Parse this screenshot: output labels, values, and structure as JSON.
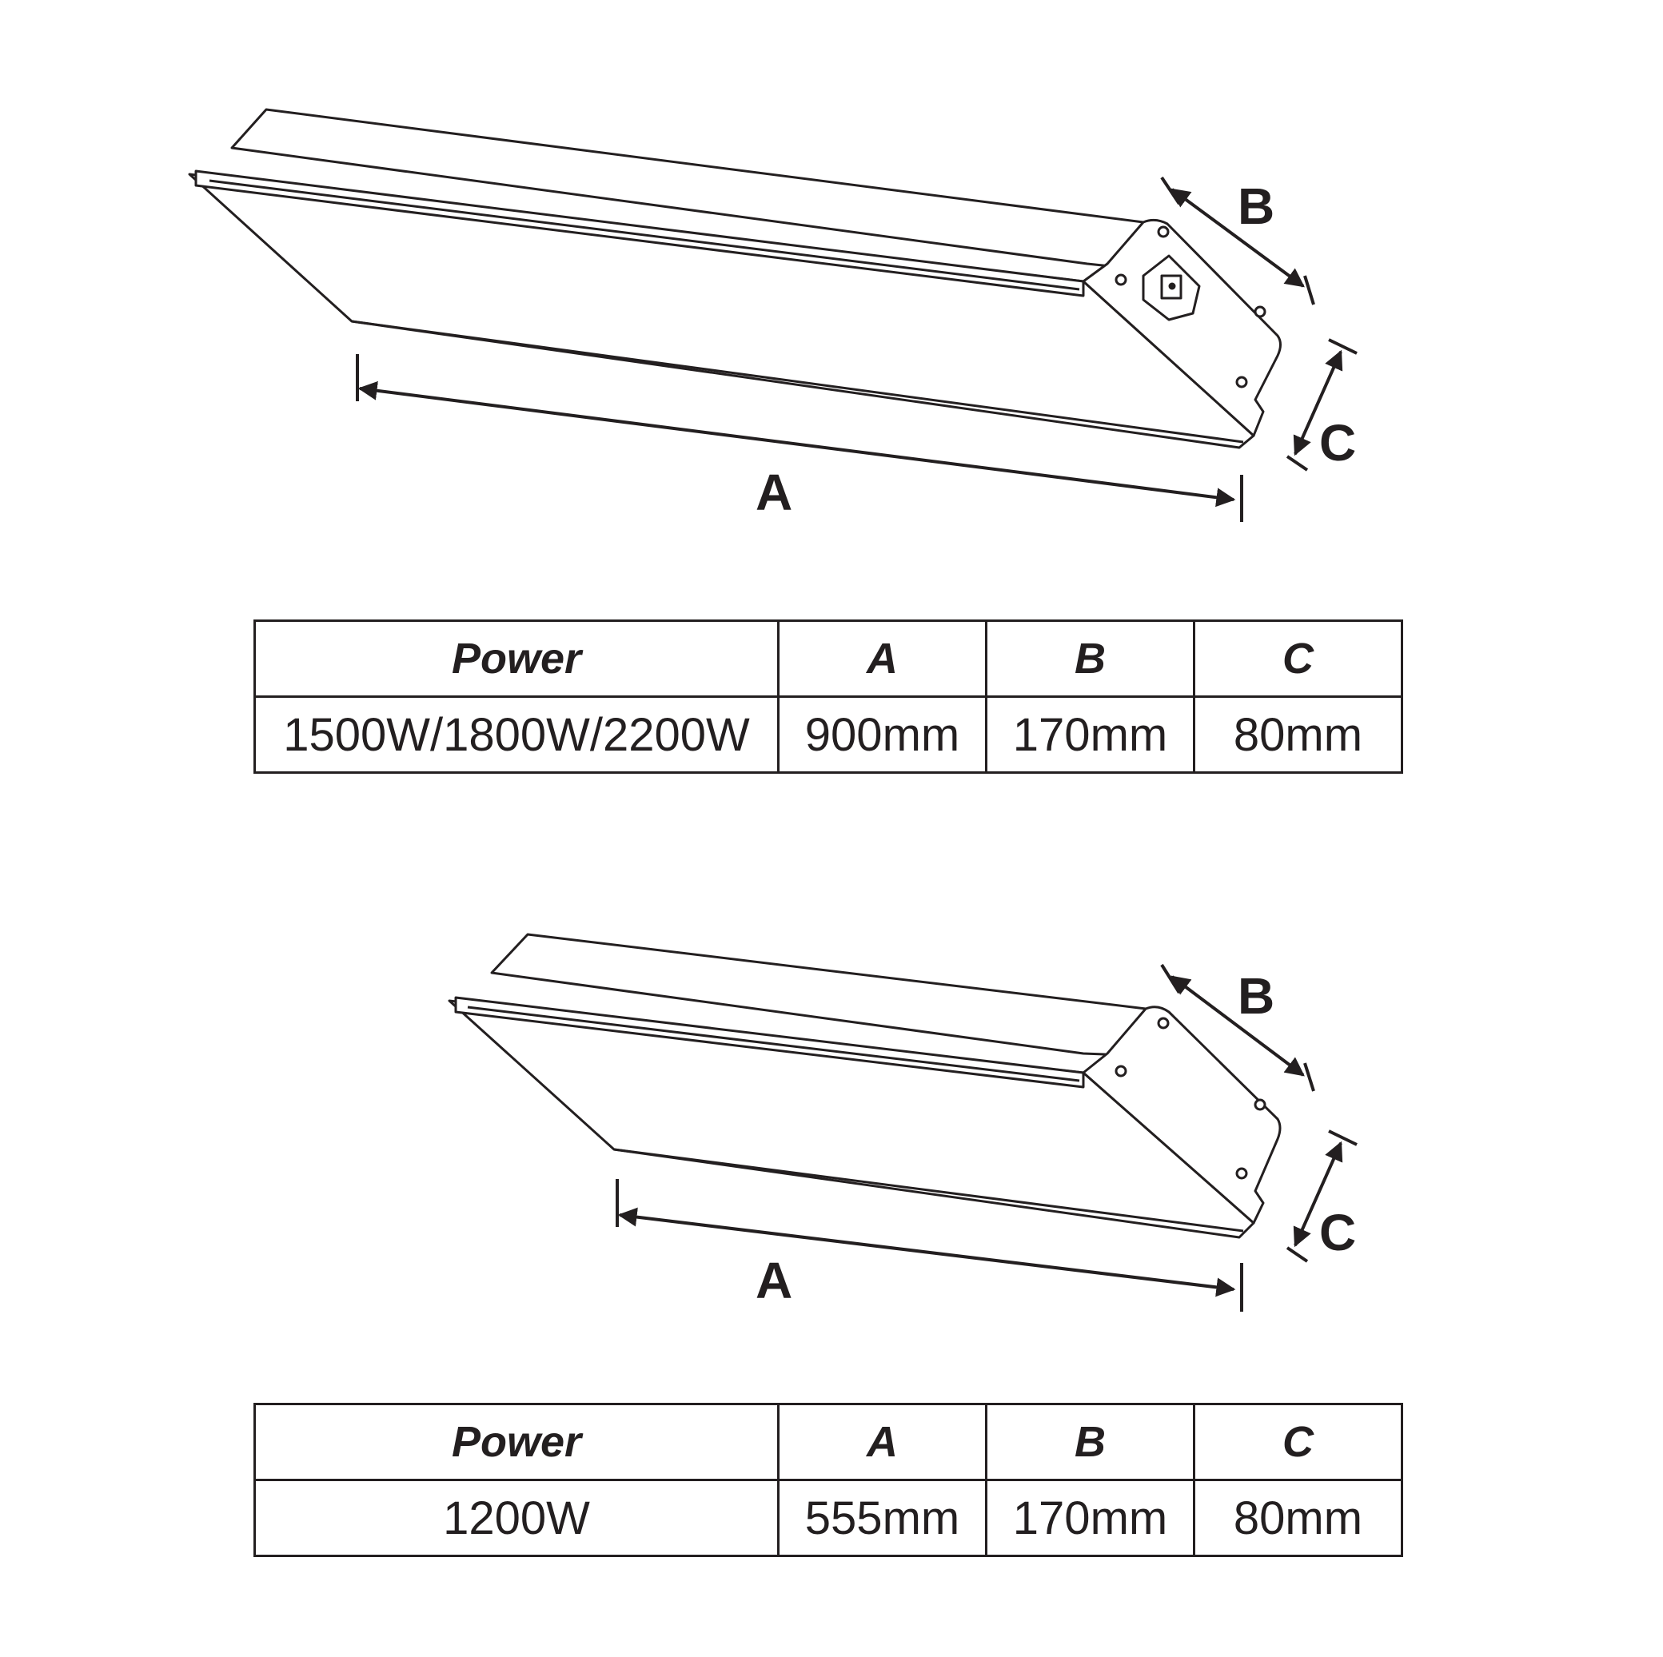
{
  "diagram1": {
    "labels": {
      "a": "A",
      "b": "B",
      "c": "C"
    }
  },
  "table1": {
    "headers": [
      "Power",
      "A",
      "B",
      "C"
    ],
    "row": [
      "1500W/1800W/2200W",
      "900mm",
      "170mm",
      "80mm"
    ]
  },
  "diagram2": {
    "labels": {
      "a": "A",
      "b": "B",
      "c": "C"
    }
  },
  "table2": {
    "headers": [
      "Power",
      "A",
      "B",
      "C"
    ],
    "row": [
      "1200W",
      "555mm",
      "170mm",
      "80mm"
    ]
  }
}
